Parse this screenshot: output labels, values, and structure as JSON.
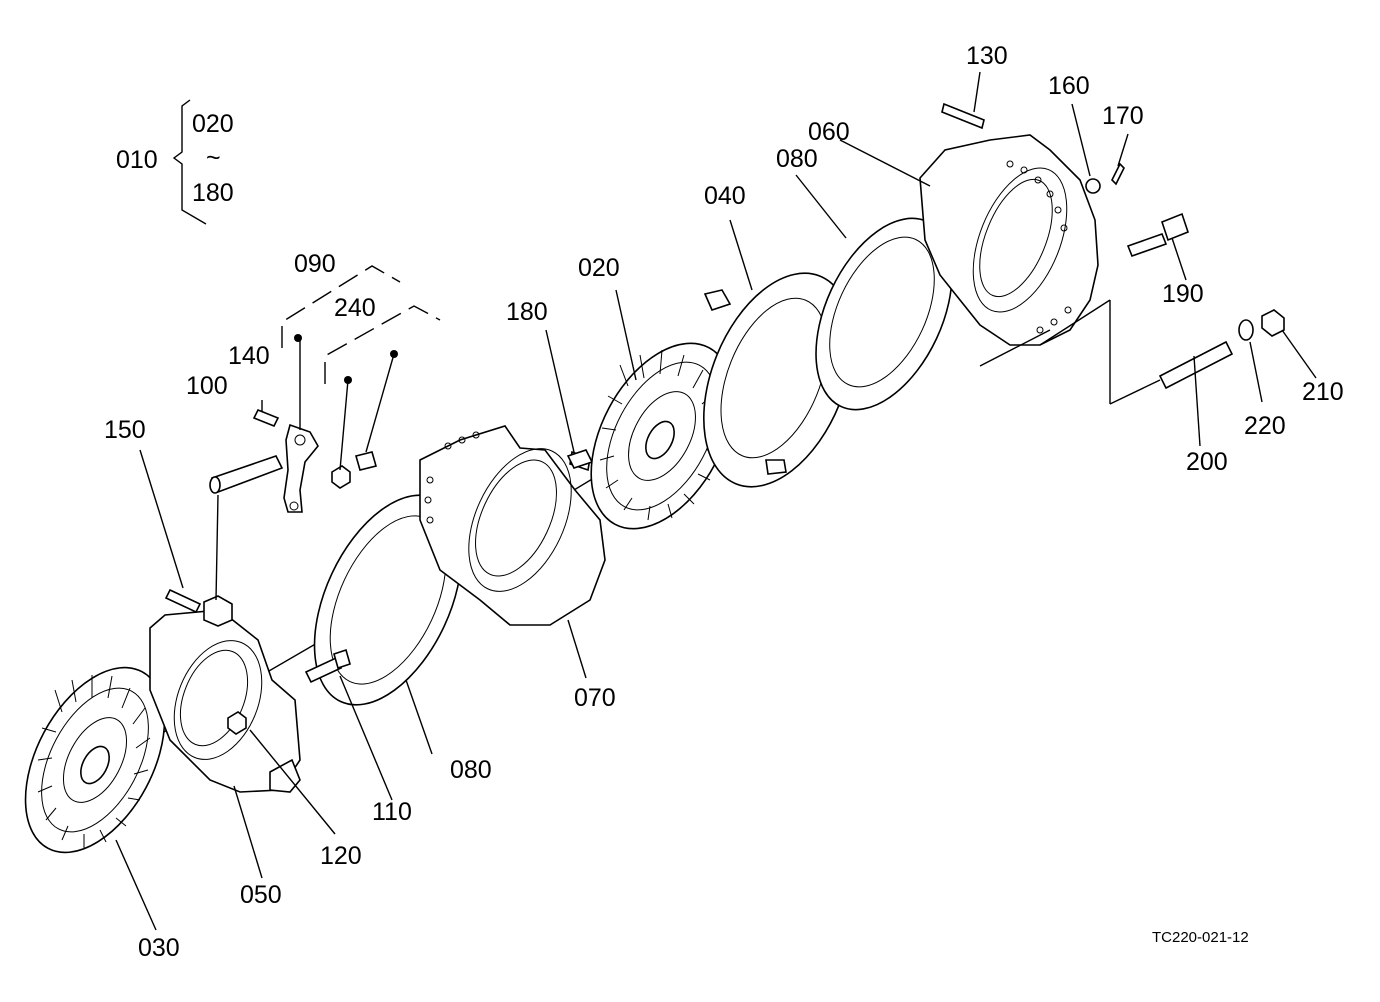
{
  "labels": {
    "p010": "010",
    "p020_group": "020",
    "p180_group": "180",
    "tilde": "~",
    "p020": "020",
    "p030": "030",
    "p040": "040",
    "p050": "050",
    "p060": "060",
    "p070": "070",
    "p080_top": "080",
    "p080_mid": "080",
    "p090": "090",
    "p100": "100",
    "p110": "110",
    "p120": "120",
    "p130": "130",
    "p140": "140",
    "p150": "150",
    "p160": "160",
    "p170": "170",
    "p180": "180",
    "p190": "190",
    "p200": "200",
    "p210": "210",
    "p220": "220",
    "p240": "240"
  },
  "drawing_code": "TC220-021-12"
}
